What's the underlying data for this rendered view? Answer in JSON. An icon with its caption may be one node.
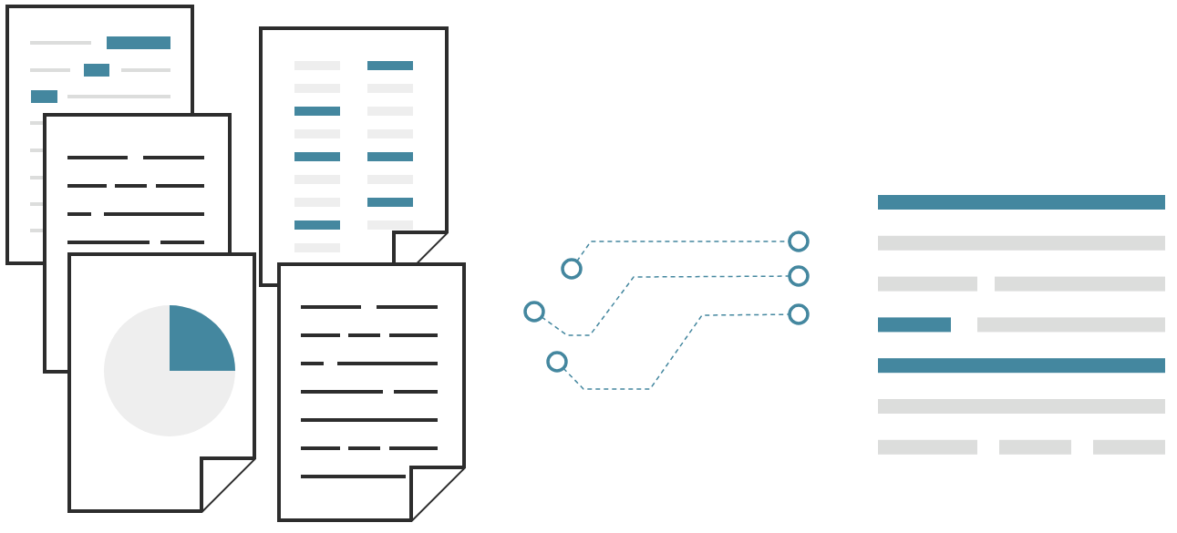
{
  "diagram": {
    "nodes": [
      {
        "text": [],
        "shape": "circle"
      },
      {
        "text": [],
        "shape": "circle"
      },
      {
        "text": [],
        "shape": "circle"
      },
      {
        "text": [],
        "shape": "circle"
      },
      {
        "text": [],
        "shape": "circle"
      },
      {
        "text": [],
        "shape": "circle"
      }
    ],
    "edges": [
      {
        "from": 0,
        "to": 3,
        "arrow": "none",
        "style": "dashed"
      },
      {
        "from": 1,
        "to": 4,
        "arrow": "none",
        "style": "dashed"
      },
      {
        "from": 2,
        "to": 5,
        "arrow": "none",
        "style": "dashed"
      }
    ]
  }
}
